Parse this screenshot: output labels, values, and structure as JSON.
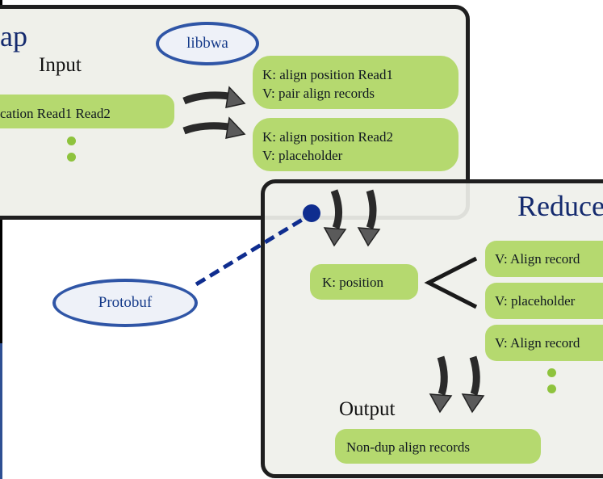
{
  "map": {
    "title": "ap",
    "input_label": "Input",
    "input_pill": "cation Read1 Read2",
    "output_pill_1": {
      "line1": "K: align position Read1",
      "line2": "V: pair align records"
    },
    "output_pill_2": {
      "line1": "K: align position Read2",
      "line2": "V: placeholder"
    }
  },
  "libbwa": {
    "label": "libbwa"
  },
  "protobuf": {
    "label": "Protobuf"
  },
  "reduce": {
    "title": "Reduce",
    "key_pill": "K: position",
    "values": [
      "V: Align record",
      "V: placeholder",
      "V: Align record"
    ],
    "output_label": "Output",
    "output_pill": "Non-dup align records"
  },
  "colors": {
    "pill_green": "#b5d96f",
    "dot_green": "#8ec33d",
    "title_navy": "#142a6e",
    "oval_blue": "#2f55a6",
    "connector_dot": "#0f2d8f",
    "panel_bg": "#eff0ea",
    "panel_border": "#1f1f1f"
  }
}
